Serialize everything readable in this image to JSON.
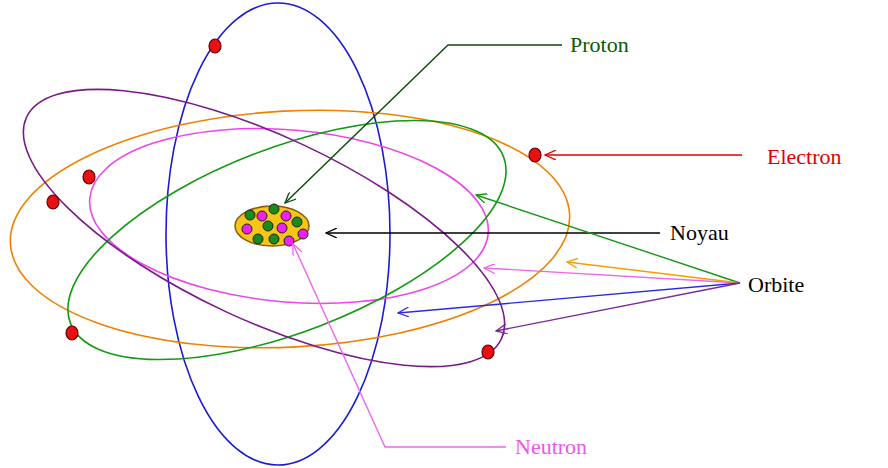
{
  "diagram": {
    "labels": [
      "Proton",
      "Electron",
      "Noyau",
      "Orbite",
      "Neutron"
    ]
  }
}
